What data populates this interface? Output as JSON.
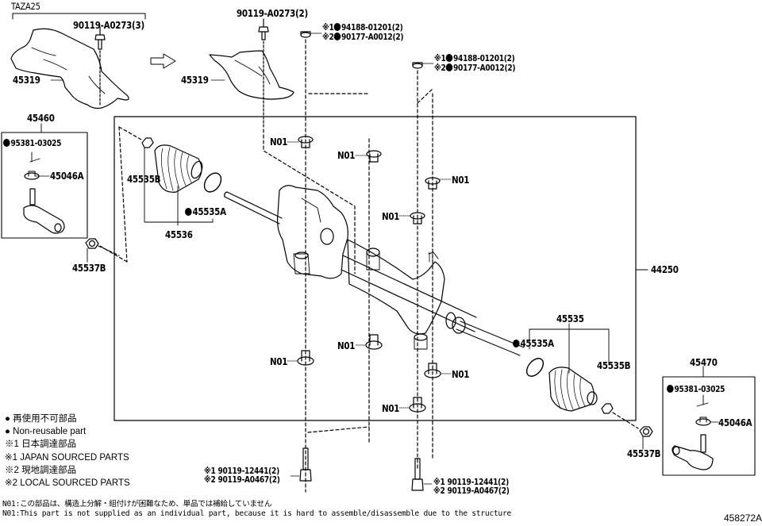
{
  "diagram": {
    "type": "exploded-parts-diagram",
    "subject": "Steering gear / rack and pinion assembly",
    "illustration_number": "458272A",
    "top_bracket_label": "TAZA25",
    "labels": {
      "bolt_a0273_3": "90119-A0273(3)",
      "bolt_a0273_2": "90119-A0273(2)",
      "cover_left": "45319",
      "cover_right": "45319",
      "nut_top_1_line1_mark": "※1",
      "nut_top_1_line1": "94188-01201(2)",
      "nut_top_1_line2_mark": "※2",
      "nut_top_1_line2": "90177-A0012(2)",
      "nut_top_2_line1_mark": "※1",
      "nut_top_2_line1": "94188-01201(2)",
      "nut_top_2_line2_mark": "※2",
      "nut_top_2_line2": "90177-A0012(2)",
      "tie_rod_end_lh": "45460",
      "cotter_pin_lh": "95381-03025",
      "castle_nut_lh": "45046A",
      "lock_nut_lh": "45537B",
      "boot_clip_lh_b": "45535B",
      "boot_clamp_lh_a": "45535A",
      "boot_set_lh": "45536",
      "gear_assy": "44250",
      "boot_set_rh": "45535",
      "boot_clamp_rh_a": "45535A",
      "boot_clip_rh_b": "45535B",
      "tie_rod_end_rh": "45470",
      "cotter_pin_rh": "95381-03025",
      "castle_nut_rh": "45046A",
      "lock_nut_rh": "45537B",
      "bolt_bottom_1_line1_mark": "※1",
      "bolt_bottom_1_line1": "90119-12441(2)",
      "bolt_bottom_1_line2_mark": "※2",
      "bolt_bottom_1_line2": "90119-A0467(2)",
      "bolt_bottom_2_line1_mark": "※1",
      "bolt_bottom_2_line1": "90119-12441(2)",
      "bolt_bottom_2_line2_mark": "※2",
      "bolt_bottom_2_line2": "90119-A0467(2)",
      "n01": "N01"
    },
    "n01_count": 8,
    "legend": [
      {
        "symbol": "●",
        "text": "再使用不可部品"
      },
      {
        "symbol": "●",
        "text": "Non-reusable part"
      },
      {
        "symbol": "※1",
        "text": "日本調達部品"
      },
      {
        "symbol": "※1",
        "text": "JAPAN SOURCED PARTS"
      },
      {
        "symbol": "※2",
        "text": "現地調達部品"
      },
      {
        "symbol": "※2",
        "text": "LOCAL SOURCED PARTS"
      }
    ],
    "notes": [
      "N01:この部品は、構造上分解・組付けが困難なため、単品では補給していません",
      "N01:This part is not supplied as an individual part, because it is hard to assemble/disassemble due to the structure"
    ]
  }
}
